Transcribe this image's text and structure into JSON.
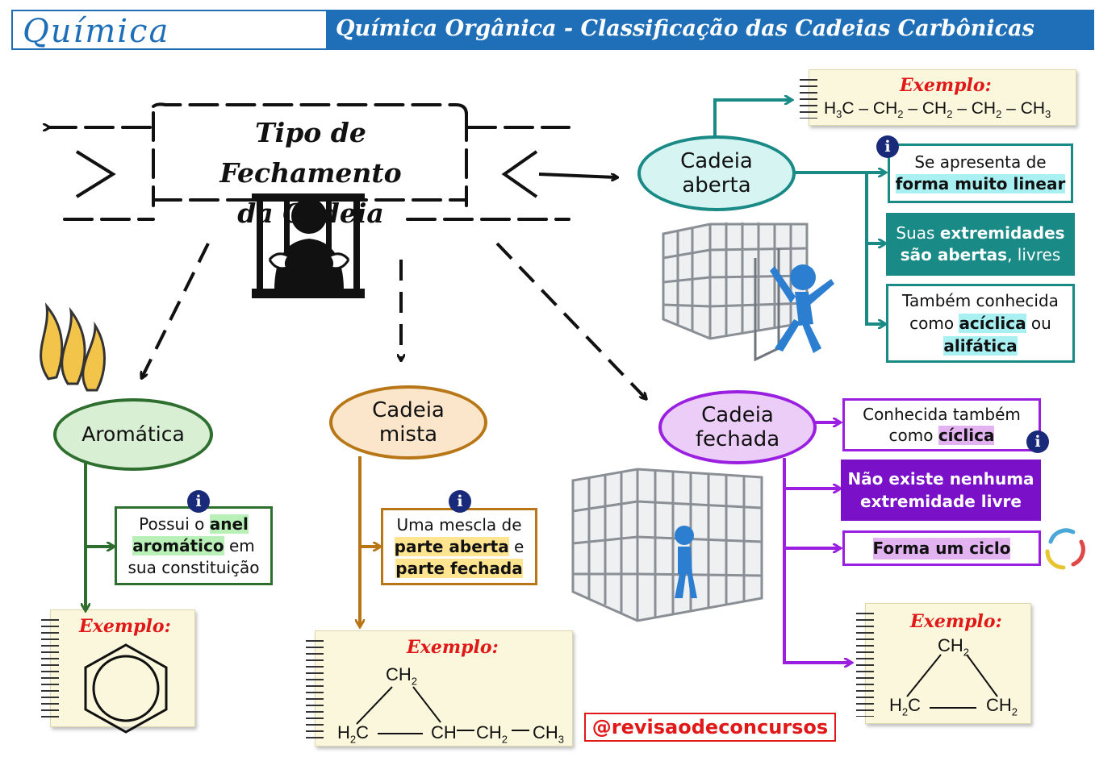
{
  "header": {
    "subject": "Química",
    "title": "Química Orgânica - Classificação das Cadeias Carbônicas"
  },
  "banner": {
    "line1": "Tipo de Fechamento",
    "line2": "da Cadeia"
  },
  "aberta": {
    "label_line1": "Cadeia",
    "label_line2": "aberta",
    "example_title": "Exemplo:",
    "formula": [
      "H",
      "3",
      "C – CH",
      "2",
      " – CH",
      "2",
      " – CH",
      "2",
      " – CH",
      "3"
    ],
    "box1": {
      "text_a": "Se apresenta de",
      "hl": "forma muito linear"
    },
    "box2": {
      "hl1": "extremidades",
      "text_a": "Suas",
      "hl2": "são abertas",
      "text_b": ", livres"
    },
    "box3": {
      "text_a": "Também conhecida",
      "text_b": "como",
      "hl1": "acíclica",
      "text_c": "ou",
      "hl2": "alifática"
    }
  },
  "aromatica": {
    "label": "Aromática",
    "box": {
      "text_a": "Possui o",
      "hl1": "anel",
      "hl2": "aromático",
      "text_b": "em",
      "text_c": "sua constituição"
    },
    "example_title": "Exemplo:"
  },
  "mista": {
    "label_line1": "Cadeia",
    "label_line2": "mista",
    "box": {
      "text_a": "Uma mescla de",
      "hl1": "parte aberta",
      "text_b": "e",
      "hl2": "parte fechada"
    },
    "example_title": "Exemplo:",
    "formula_top": [
      "CH",
      "2"
    ],
    "formula_bottom_left": [
      "H",
      "2",
      "C"
    ],
    "formula_bottom_mid": [
      "CH"
    ],
    "formula_bottom_right": [
      "CH",
      "2",
      "CH",
      "3"
    ]
  },
  "fechada": {
    "label_line1": "Cadeia",
    "label_line2": "fechada",
    "box1": {
      "text_a": "Conhecida também",
      "text_b": "como",
      "hl": "cíclica"
    },
    "box2": {
      "line1": "Não existe nenhuma",
      "line2": "extremidade livre"
    },
    "box3": {
      "hl": "Forma um ciclo"
    },
    "example_title": "Exemplo:",
    "formula_top": [
      "CH",
      "2"
    ],
    "formula_left": [
      "H",
      "2",
      "C"
    ],
    "formula_right": [
      "CH",
      "2"
    ]
  },
  "info_icon": "i",
  "credit": "@revisaodeconcursos",
  "colors": {
    "header_blue": "#1f6fb8",
    "teal": "#1a8a86",
    "teal_fill": "#d6f4f2",
    "green": "#2e6e2e",
    "green_fill": "#d8efd4",
    "brown": "#b87616",
    "brown_fill": "#fbe6cc",
    "purple": "#9a1fe0",
    "purple_fill": "#ebcdf7",
    "purple_dark": "#7a10c8",
    "red": "#e01818"
  }
}
